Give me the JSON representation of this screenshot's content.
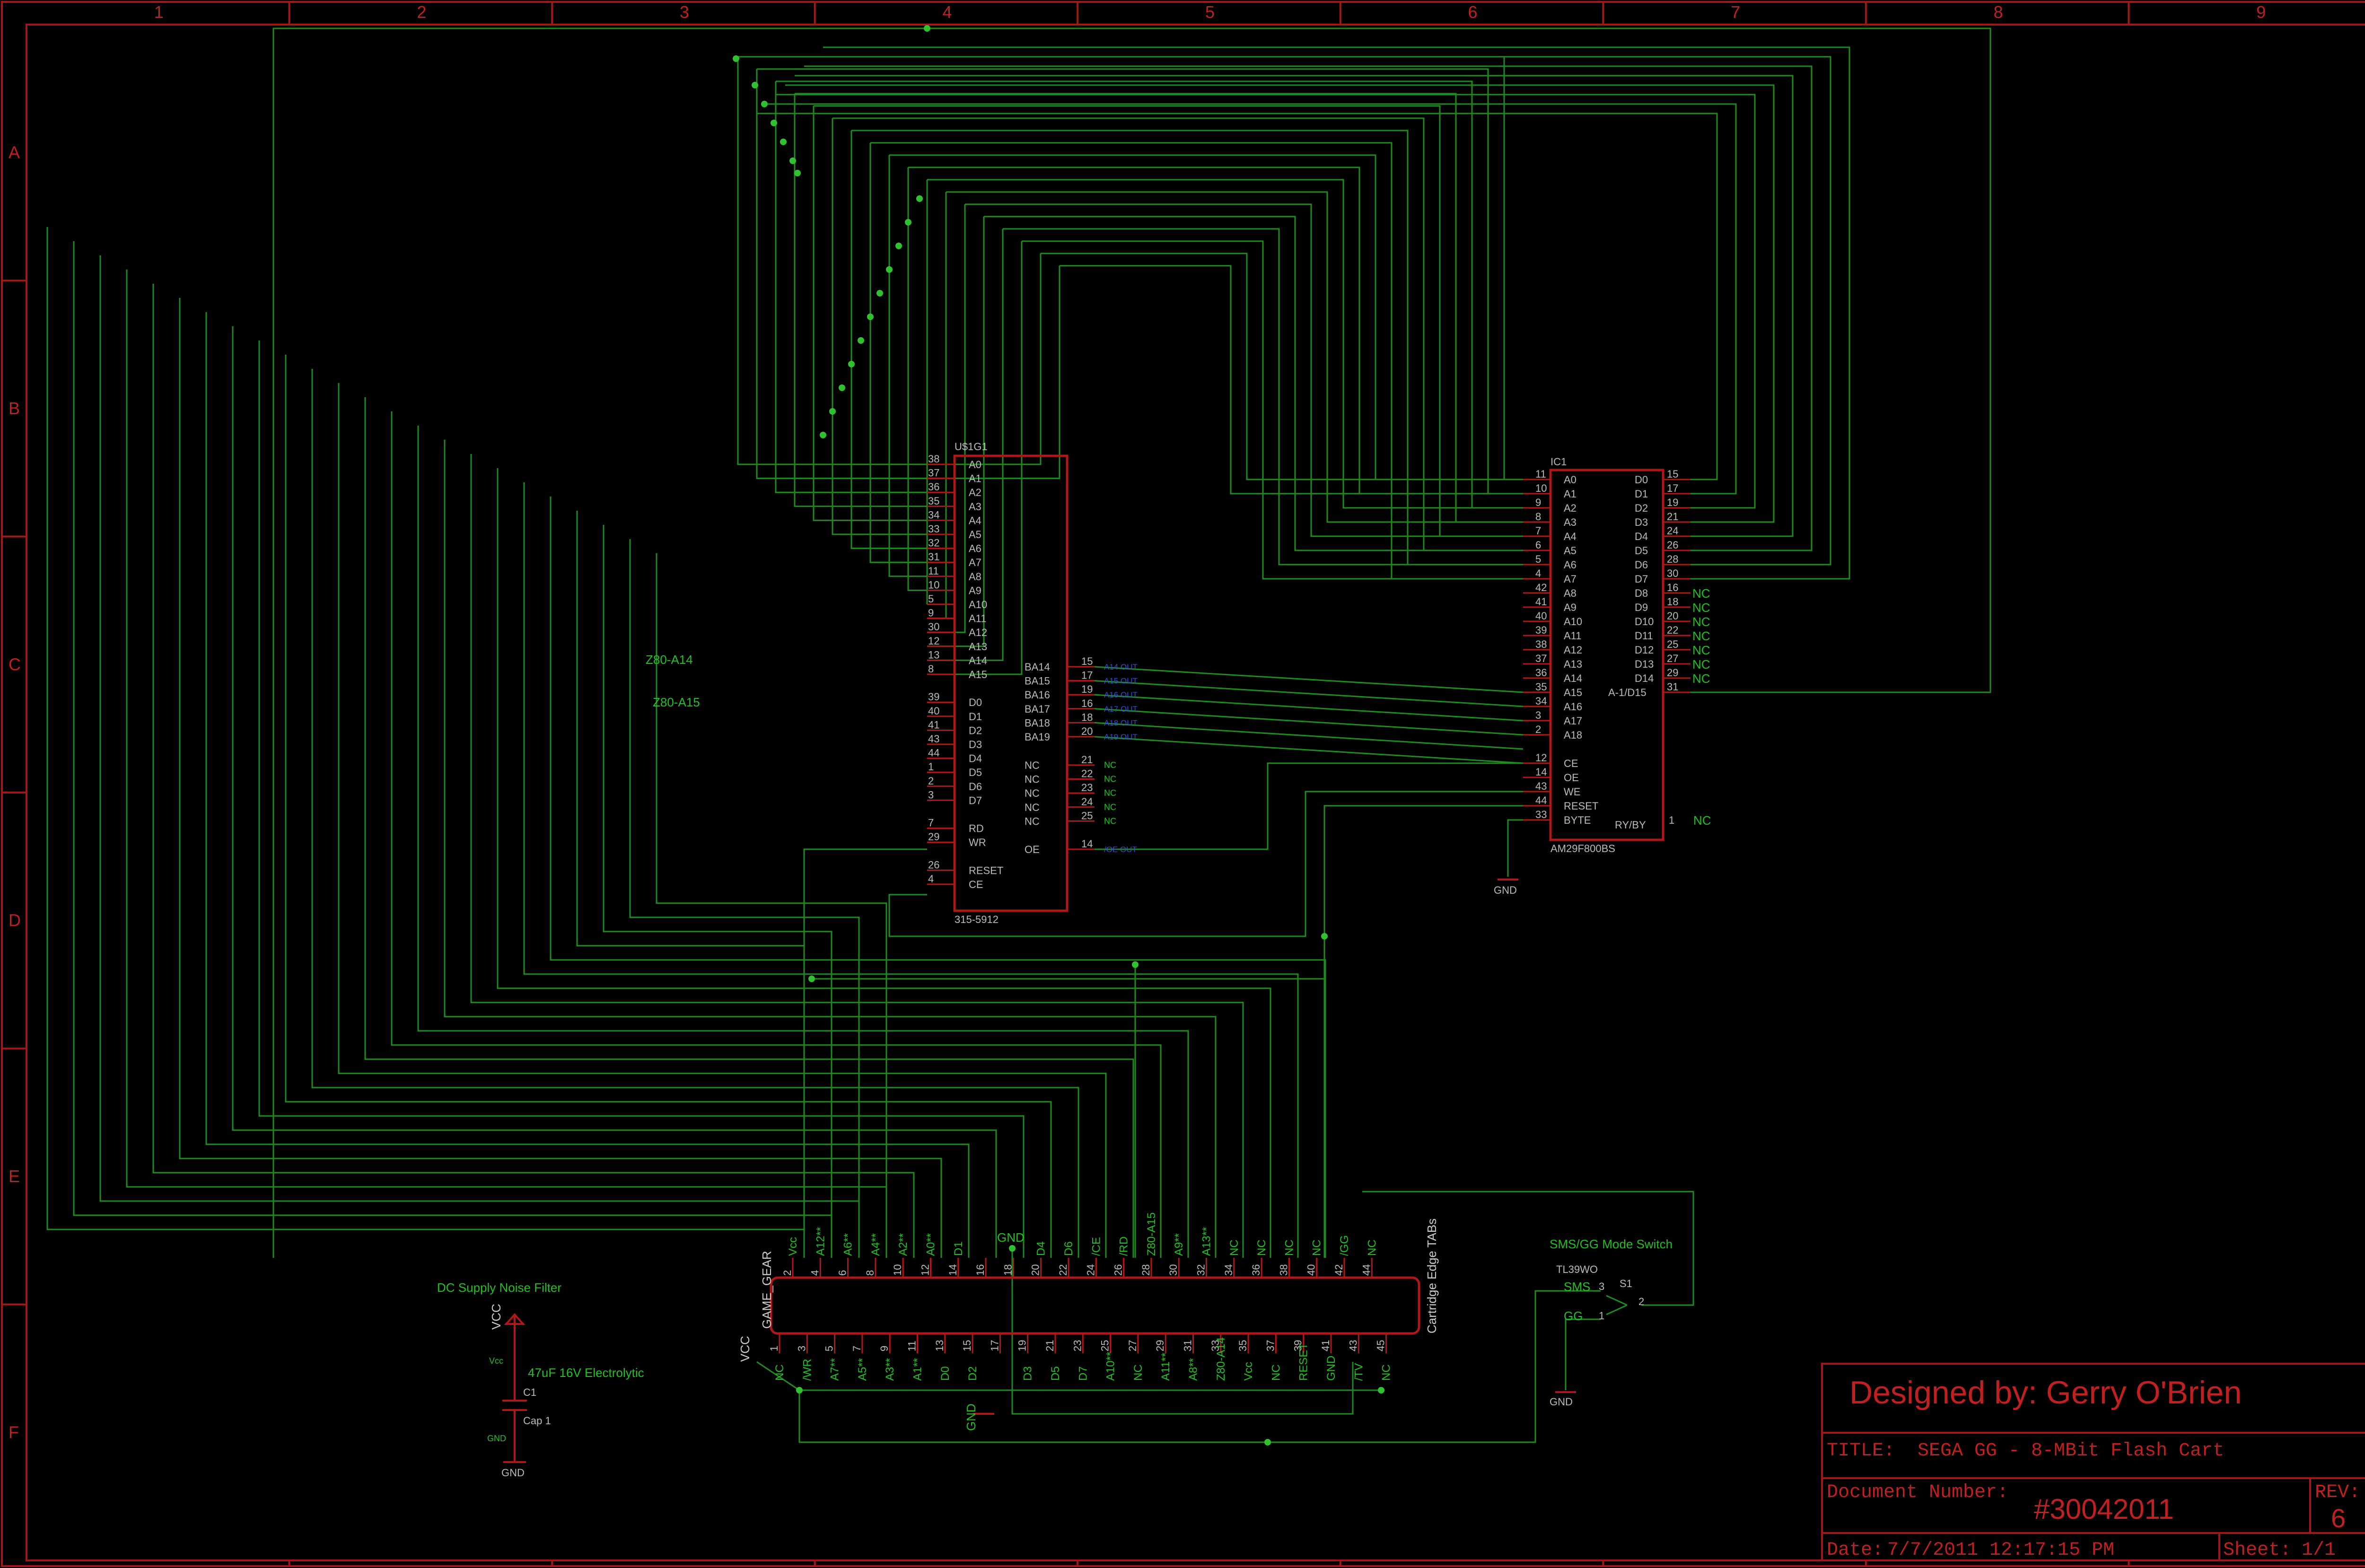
{
  "border": {
    "columns": [
      "1",
      "2",
      "3",
      "4",
      "5",
      "6",
      "7",
      "8",
      "9"
    ],
    "rows": [
      "A",
      "B",
      "C",
      "D",
      "E",
      "F"
    ]
  },
  "title_block": {
    "designer": "Designed by:  Gerry O'Brien",
    "title_label": "TITLE:",
    "title": "SEGA GG - 8-MBit Flash Cart",
    "docnum_label": "Document Number:",
    "docnum": "#30042011",
    "rev_label": "REV:",
    "rev": "6",
    "date_label": "Date:",
    "date": "7/7/2011 12:17:15 PM",
    "sheet_label": "Sheet:",
    "sheet": "1/1"
  },
  "u1": {
    "ref": "U$1G1",
    "part": "315-5912",
    "left_pins": [
      {
        "num": "38",
        "name": "A0"
      },
      {
        "num": "37",
        "name": "A1"
      },
      {
        "num": "36",
        "name": "A2"
      },
      {
        "num": "35",
        "name": "A3"
      },
      {
        "num": "34",
        "name": "A4"
      },
      {
        "num": "33",
        "name": "A5"
      },
      {
        "num": "32",
        "name": "A6"
      },
      {
        "num": "31",
        "name": "A7"
      },
      {
        "num": "11",
        "name": "A8"
      },
      {
        "num": "10",
        "name": "A9"
      },
      {
        "num": "5",
        "name": "A10"
      },
      {
        "num": "9",
        "name": "A11"
      },
      {
        "num": "30",
        "name": "A12"
      },
      {
        "num": "12",
        "name": "A13"
      },
      {
        "num": "13",
        "name": "A14"
      },
      {
        "num": "8",
        "name": "A15"
      },
      {
        "num": "",
        "name": ""
      },
      {
        "num": "39",
        "name": "D0"
      },
      {
        "num": "40",
        "name": "D1"
      },
      {
        "num": "41",
        "name": "D2"
      },
      {
        "num": "43",
        "name": "D3"
      },
      {
        "num": "44",
        "name": "D4"
      },
      {
        "num": "1",
        "name": "D5"
      },
      {
        "num": "2",
        "name": "D6"
      },
      {
        "num": "3",
        "name": "D7"
      },
      {
        "num": "",
        "name": ""
      },
      {
        "num": "7",
        "name": "RD"
      },
      {
        "num": "29",
        "name": "WR"
      },
      {
        "num": "",
        "name": ""
      },
      {
        "num": "26",
        "name": "RESET"
      },
      {
        "num": "4",
        "name": "CE"
      }
    ],
    "right_pins": [
      {
        "num": "15",
        "name": "BA14",
        "net": "A14 OUT"
      },
      {
        "num": "17",
        "name": "BA15",
        "net": "A15 OUT"
      },
      {
        "num": "19",
        "name": "BA16",
        "net": "A16 OUT"
      },
      {
        "num": "16",
        "name": "BA17",
        "net": "A17 OUT"
      },
      {
        "num": "18",
        "name": "BA18",
        "net": "A18 OUT"
      },
      {
        "num": "20",
        "name": "BA19",
        "net": "A19 OUT"
      },
      {
        "num": "21",
        "name": "NC",
        "net": "NC"
      },
      {
        "num": "22",
        "name": "NC",
        "net": "NC"
      },
      {
        "num": "23",
        "name": "NC",
        "net": "NC"
      },
      {
        "num": "24",
        "name": "NC",
        "net": "NC"
      },
      {
        "num": "25",
        "name": "NC",
        "net": "NC"
      },
      {
        "num": "14",
        "name": "OE",
        "net": "/OE OUT"
      }
    ],
    "net_labels": [
      "Z80-A14",
      "Z80-A15"
    ]
  },
  "ic1": {
    "ref": "IC1",
    "part": "AM29F800BS",
    "left_pins": [
      {
        "num": "11",
        "name": "A0"
      },
      {
        "num": "10",
        "name": "A1"
      },
      {
        "num": "9",
        "name": "A2"
      },
      {
        "num": "8",
        "name": "A3"
      },
      {
        "num": "7",
        "name": "A4"
      },
      {
        "num": "6",
        "name": "A5"
      },
      {
        "num": "5",
        "name": "A6"
      },
      {
        "num": "4",
        "name": "A7"
      },
      {
        "num": "42",
        "name": "A8"
      },
      {
        "num": "41",
        "name": "A9"
      },
      {
        "num": "40",
        "name": "A10"
      },
      {
        "num": "39",
        "name": "A11"
      },
      {
        "num": "38",
        "name": "A12"
      },
      {
        "num": "37",
        "name": "A13"
      },
      {
        "num": "36",
        "name": "A14"
      },
      {
        "num": "35",
        "name": "A15"
      },
      {
        "num": "34",
        "name": "A16"
      },
      {
        "num": "3",
        "name": "A17"
      },
      {
        "num": "2",
        "name": "A18"
      },
      {
        "num": "",
        "name": ""
      },
      {
        "num": "12",
        "name": "CE"
      },
      {
        "num": "14",
        "name": "OE"
      },
      {
        "num": "43",
        "name": "WE"
      },
      {
        "num": "44",
        "name": "RESET"
      },
      {
        "num": "33",
        "name": "BYTE"
      }
    ],
    "right_pins": [
      {
        "num": "15",
        "name": "D0"
      },
      {
        "num": "17",
        "name": "D1"
      },
      {
        "num": "19",
        "name": "D2"
      },
      {
        "num": "21",
        "name": "D3"
      },
      {
        "num": "24",
        "name": "D4"
      },
      {
        "num": "26",
        "name": "D5"
      },
      {
        "num": "28",
        "name": "D6"
      },
      {
        "num": "30",
        "name": "D7"
      },
      {
        "num": "16",
        "name": "D8",
        "nc": "NC"
      },
      {
        "num": "18",
        "name": "D9",
        "nc": "NC"
      },
      {
        "num": "20",
        "name": "D10",
        "nc": "NC"
      },
      {
        "num": "22",
        "name": "D11",
        "nc": "NC"
      },
      {
        "num": "25",
        "name": "D12",
        "nc": "NC"
      },
      {
        "num": "27",
        "name": "D13",
        "nc": "NC"
      },
      {
        "num": "29",
        "name": "D14",
        "nc": "NC"
      },
      {
        "num": "31",
        "name": "A-1/D15"
      }
    ],
    "rybyname": "RY/BY",
    "rybynum": "1",
    "rybync": "NC",
    "gnd": "GND"
  },
  "connector": {
    "ref": "GAME_GEAR",
    "label": "Cartridge Edge TABs",
    "top": [
      {
        "num": "2",
        "name": "Vcc"
      },
      {
        "num": "4",
        "name": "A12**"
      },
      {
        "num": "6",
        "name": "A6**"
      },
      {
        "num": "8",
        "name": "A4**"
      },
      {
        "num": "10",
        "name": "A2**"
      },
      {
        "num": "12",
        "name": "A0**"
      },
      {
        "num": "14",
        "name": "D1"
      },
      {
        "num": "16",
        "name": ""
      },
      {
        "num": "18",
        "name": ""
      },
      {
        "num": "20",
        "name": "D4"
      },
      {
        "num": "22",
        "name": "D6"
      },
      {
        "num": "24",
        "name": "/CE"
      },
      {
        "num": "26",
        "name": "/RD"
      },
      {
        "num": "28",
        "name": "Z80-A15"
      },
      {
        "num": "30",
        "name": "A9**"
      },
      {
        "num": "32",
        "name": "A13**"
      },
      {
        "num": "34",
        "name": "NC"
      },
      {
        "num": "36",
        "name": "NC"
      },
      {
        "num": "38",
        "name": "NC"
      },
      {
        "num": "40",
        "name": "NC"
      },
      {
        "num": "42",
        "name": "/GG"
      },
      {
        "num": "44",
        "name": "NC"
      }
    ],
    "bottom": [
      {
        "num": "1",
        "name": "NC"
      },
      {
        "num": "3",
        "name": "/WR"
      },
      {
        "num": "5",
        "name": "A7**"
      },
      {
        "num": "7",
        "name": "A5**"
      },
      {
        "num": "9",
        "name": "A3**"
      },
      {
        "num": "11",
        "name": "A1**"
      },
      {
        "num": "13",
        "name": "D0"
      },
      {
        "num": "15",
        "name": "D2"
      },
      {
        "num": "17",
        "name": ""
      },
      {
        "num": "19",
        "name": "D3"
      },
      {
        "num": "21",
        "name": "D5"
      },
      {
        "num": "23",
        "name": "D7"
      },
      {
        "num": "25",
        "name": "A10**"
      },
      {
        "num": "27",
        "name": "NC"
      },
      {
        "num": "29",
        "name": "A11**"
      },
      {
        "num": "31",
        "name": "A8**"
      },
      {
        "num": "33",
        "name": "Z80-A14"
      },
      {
        "num": "35",
        "name": "Vcc"
      },
      {
        "num": "37",
        "name": "NC"
      },
      {
        "num": "39",
        "name": "RESET"
      },
      {
        "num": "41",
        "name": "GND"
      },
      {
        "num": "43",
        "name": "/TV"
      },
      {
        "num": "45",
        "name": "NC"
      }
    ],
    "gnd_top": "GND",
    "gnd_bottom": "GND",
    "vcc": "VCC"
  },
  "switch": {
    "caption": "SMS/GG Mode Switch",
    "ref": "TL39WO",
    "ref2": "S1",
    "sms": "SMS",
    "gg": "GG",
    "pin3": "3",
    "pin2": "2",
    "pin1": "1",
    "gnd": "GND"
  },
  "filter": {
    "caption": "DC Supply Noise Filter",
    "vcc": "VCC",
    "vcc_small": "Vcc",
    "value": "47uF 16V Electrolytic",
    "ref": "C1",
    "part": "Cap 1",
    "gnd_small": "GND",
    "gnd": "GND"
  }
}
